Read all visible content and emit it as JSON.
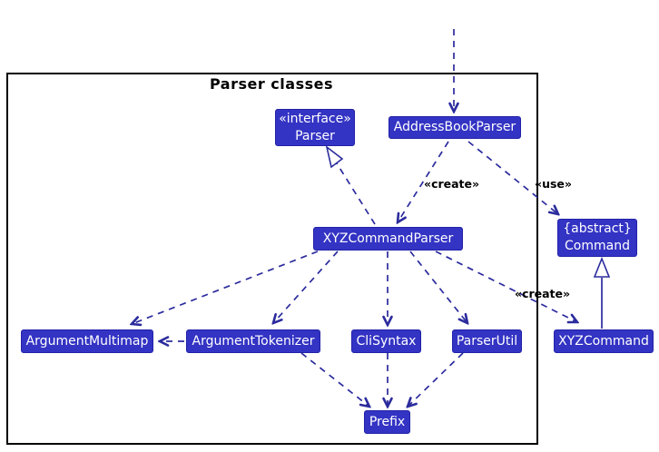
{
  "diagram": {
    "title": "Parser classes",
    "nodes": {
      "parser_interface": {
        "stereotype": "«interface»",
        "name": "Parser"
      },
      "address_book_parser": {
        "name": "AddressBookParser"
      },
      "xyz_command_parser": {
        "name": "XYZCommandParser"
      },
      "command": {
        "stereotype": "{abstract}",
        "name": "Command"
      },
      "argument_multimap": {
        "name": "ArgumentMultimap"
      },
      "argument_tokenizer": {
        "name": "ArgumentTokenizer"
      },
      "cli_syntax": {
        "name": "CliSyntax"
      },
      "parser_util": {
        "name": "ParserUtil"
      },
      "xyz_command": {
        "name": "XYZCommand"
      },
      "prefix": {
        "name": "Prefix"
      }
    },
    "edge_labels": {
      "abp_creates_xyzparser": "«create»",
      "abp_uses_command": "«use»",
      "xyzparser_creates_xyzcommand": "«create»"
    },
    "colors": {
      "node_fill": "#3333C4",
      "node_border": "#2222A8",
      "node_text": "#FFFFFF",
      "arrow": "#2B2B9E",
      "frame_border": "#000000",
      "label_text": "#000000"
    }
  }
}
